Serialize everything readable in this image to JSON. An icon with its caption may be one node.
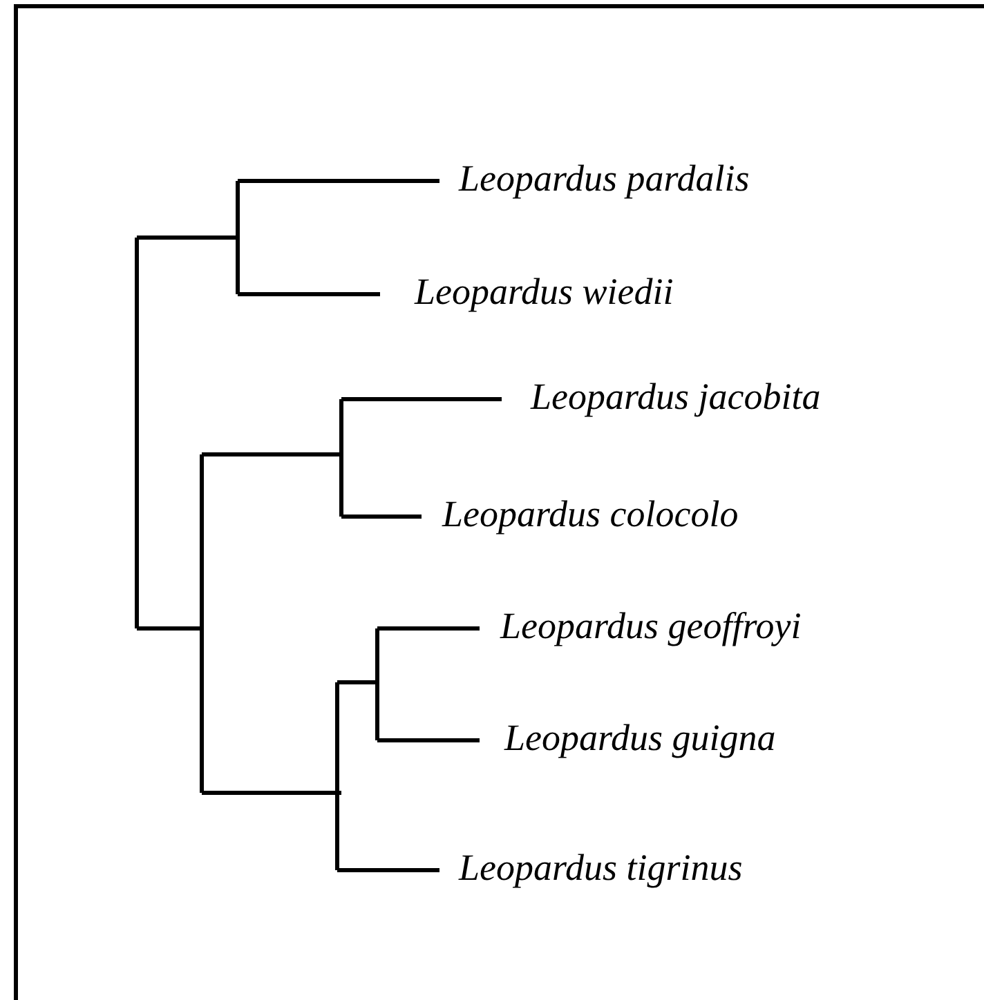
{
  "diagram": {
    "nodes": [
      {
        "text": [
          "Leopardus pardalis"
        ]
      },
      {
        "text": [
          "Leopardus wiedii"
        ]
      },
      {
        "text": [
          "Leopardus jacobita"
        ]
      },
      {
        "text": [
          "Leopardus colocolo"
        ]
      },
      {
        "text": [
          "Leopardus geoffroyi"
        ]
      },
      {
        "text": [
          "Leopardus guigna"
        ]
      },
      {
        "text": [
          "Leopardus tigrinus"
        ]
      }
    ],
    "edges": [
      {
        "from": null,
        "to": 0,
        "arrow": "none"
      },
      {
        "from": null,
        "to": 1,
        "arrow": "none"
      },
      {
        "from": null,
        "to": 2,
        "arrow": "none"
      },
      {
        "from": null,
        "to": 3,
        "arrow": "none"
      },
      {
        "from": null,
        "to": 4,
        "arrow": "none"
      },
      {
        "from": null,
        "to": 5,
        "arrow": "none"
      },
      {
        "from": null,
        "to": 6,
        "arrow": "none"
      }
    ]
  }
}
